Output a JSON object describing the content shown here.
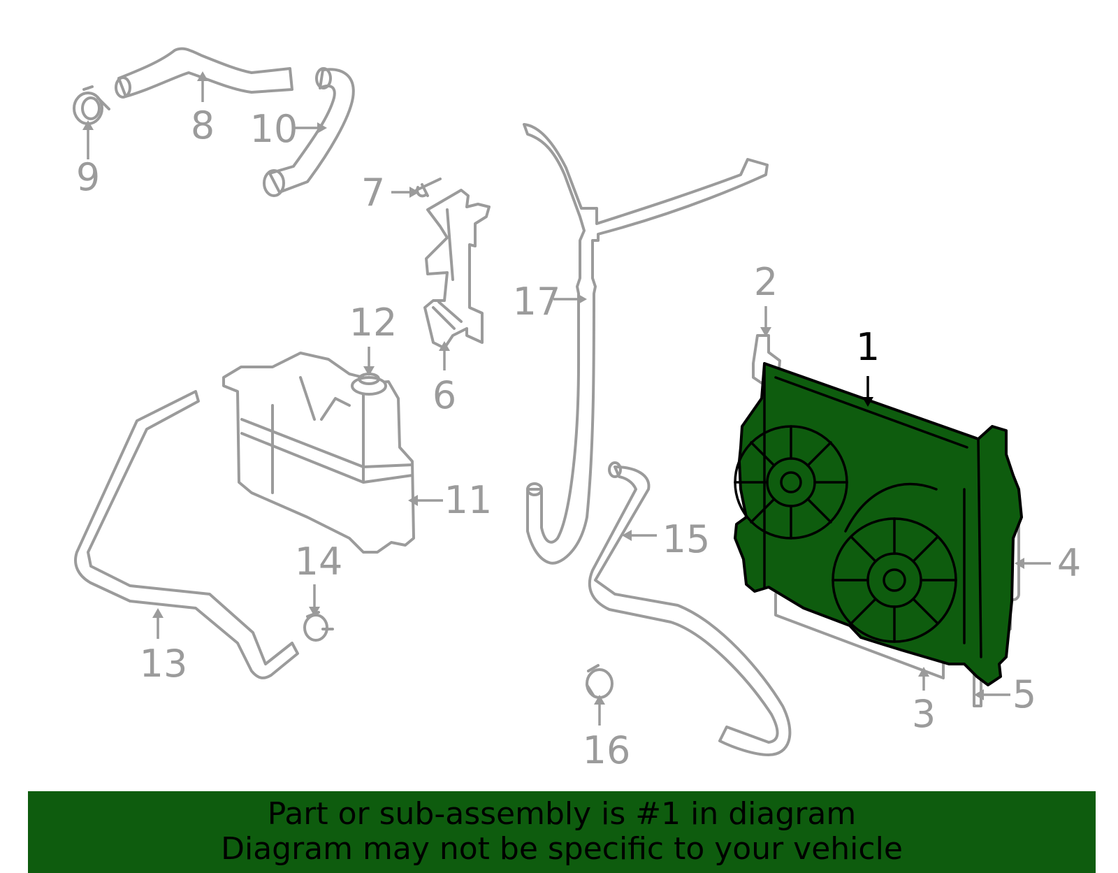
{
  "diagram": {
    "highlighted_part": "1",
    "callouts": [
      "1",
      "2",
      "3",
      "4",
      "5",
      "6",
      "7",
      "8",
      "9",
      "10",
      "11",
      "12",
      "13",
      "14",
      "15",
      "16",
      "17"
    ],
    "colors": {
      "highlight": "#0e5c0e",
      "parts": "#9b9b9b",
      "banner": "#0e5c0e"
    }
  },
  "banner": {
    "line1": "Part or sub-assembly is #1 in diagram",
    "line2": "Diagram may not be specific to your vehicle"
  }
}
